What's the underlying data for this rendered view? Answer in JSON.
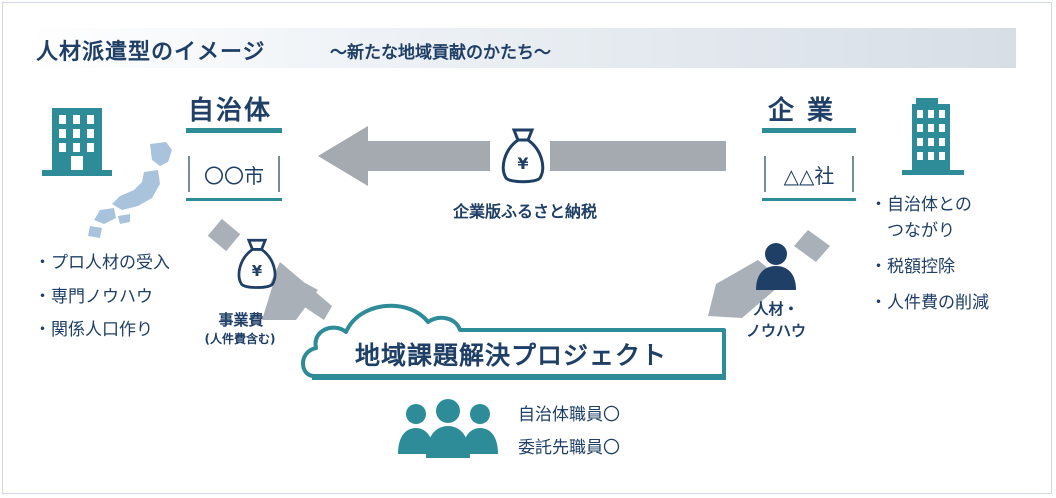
{
  "header": {
    "title": "人材派遣型のイメージ",
    "subtitle": "〜新たな地域貢献のかたち〜"
  },
  "municipality": {
    "title": "自治体",
    "name": "〇〇市",
    "bullets": [
      "・プロ人材の受入",
      "・専門ノウハウ",
      "・関係人口作り"
    ]
  },
  "company": {
    "title": "企 業",
    "name": "△△社",
    "bullets": [
      "・自治体との",
      "　つながり",
      "・税額控除",
      "・人件費の削減"
    ]
  },
  "flows": {
    "tax_label": "企業版ふるさと納税",
    "cost_label": "事業費",
    "cost_sub": "(人件費含む)",
    "talent_label_1": "人材・",
    "talent_label_2": "ノウハウ",
    "yen_symbol": "¥"
  },
  "project": {
    "title": "地域課題解決プロジェクト",
    "staff": [
      "自治体職員〇",
      "委託先職員〇"
    ]
  },
  "colors": {
    "navy": "#1f3f66",
    "teal": "#2d8c98",
    "gray_arrow": "#a4aab0",
    "light_blue": "#a9c3dc"
  }
}
